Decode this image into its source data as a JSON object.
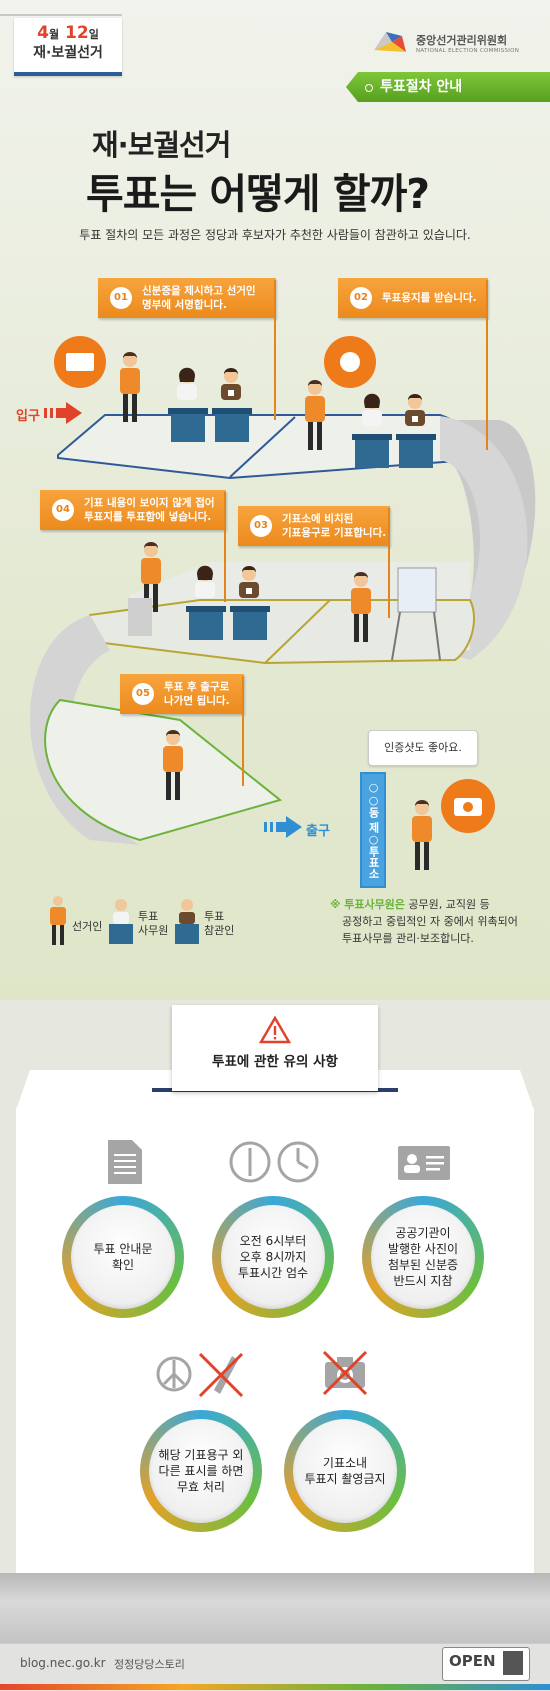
{
  "header": {
    "date_month": "4",
    "date_month_unit": "월",
    "date_day": "12",
    "date_day_unit": "일",
    "date_label": "재·보궐선거",
    "logo_ko": "중앙선거관리위원회",
    "logo_en": "NATIONAL ELECTION COMMISSION",
    "ribbon": "투표절차 안내"
  },
  "title": {
    "line1": "재·보궐선거",
    "line2": "투표는 어떻게 할까?",
    "subtitle": "투표 절차의 모든 과정은 정당과 후보자가 추천한 사람들이 참관하고 있습니다."
  },
  "steps": [
    {
      "num": "01",
      "text1": "신분증을 제시하고 선거인",
      "text2": "명부에 서명합니다."
    },
    {
      "num": "02",
      "text1": "투표용지를 받습니다.",
      "text2": ""
    },
    {
      "num": "03",
      "text1": "기표소에 비치된",
      "text2": "기표용구로 기표합니다."
    },
    {
      "num": "04",
      "text1": "기표 내용이 보이지 않게 접어",
      "text2": "투표지를 투표함에 넣습니다."
    },
    {
      "num": "05",
      "text1": "투표 후 출구로",
      "text2": "나가면 됩니다."
    }
  ],
  "entrance_label": "입구",
  "exit_label": "출구",
  "bubble_text": "인증샷도 좋아요.",
  "vertical_sign": "○○동 제○투표소",
  "legend": {
    "voter": "선거인",
    "clerk_1": "투표",
    "clerk_2": "사무원",
    "observer_1": "투표",
    "observer_2": "참관인"
  },
  "note": {
    "mark": "※",
    "highlight": "투표사무원은",
    "line1": " 공무원, 교직원 등",
    "line2": "공정하고 중립적인 자 중에서 위촉되어",
    "line3": "투표사무를 관리·보조합니다."
  },
  "caution": {
    "title": "투표에 관한 유의 사항",
    "items": [
      {
        "icon": "document-icon",
        "lines": [
          "투표 안내문",
          "확인"
        ]
      },
      {
        "icon": "clock-icon",
        "lines": [
          "오전 6시부터",
          "오후 8시까지",
          "투표시간 엄수"
        ]
      },
      {
        "icon": "id-card-icon",
        "lines": [
          "공공기관이",
          "발행한 사진이",
          "첨부된 신분증",
          "반드시 지참"
        ]
      },
      {
        "icon": "pen-prohibited-icon",
        "lines": [
          "해당 기표용구 외",
          "다른 표시를 하면",
          "무효 처리"
        ]
      },
      {
        "icon": "camera-prohibited-icon",
        "lines": [
          "기표소내",
          "투표지 촬영금지"
        ]
      }
    ]
  },
  "footer": {
    "url": "blog.nec.go.kr",
    "story": "정정당당스토리",
    "open": "OPEN"
  },
  "colors": {
    "orange": "#ec8a1d",
    "green": "#6bb33b",
    "blue": "#2f8fd2",
    "red": "#e1422a"
  }
}
